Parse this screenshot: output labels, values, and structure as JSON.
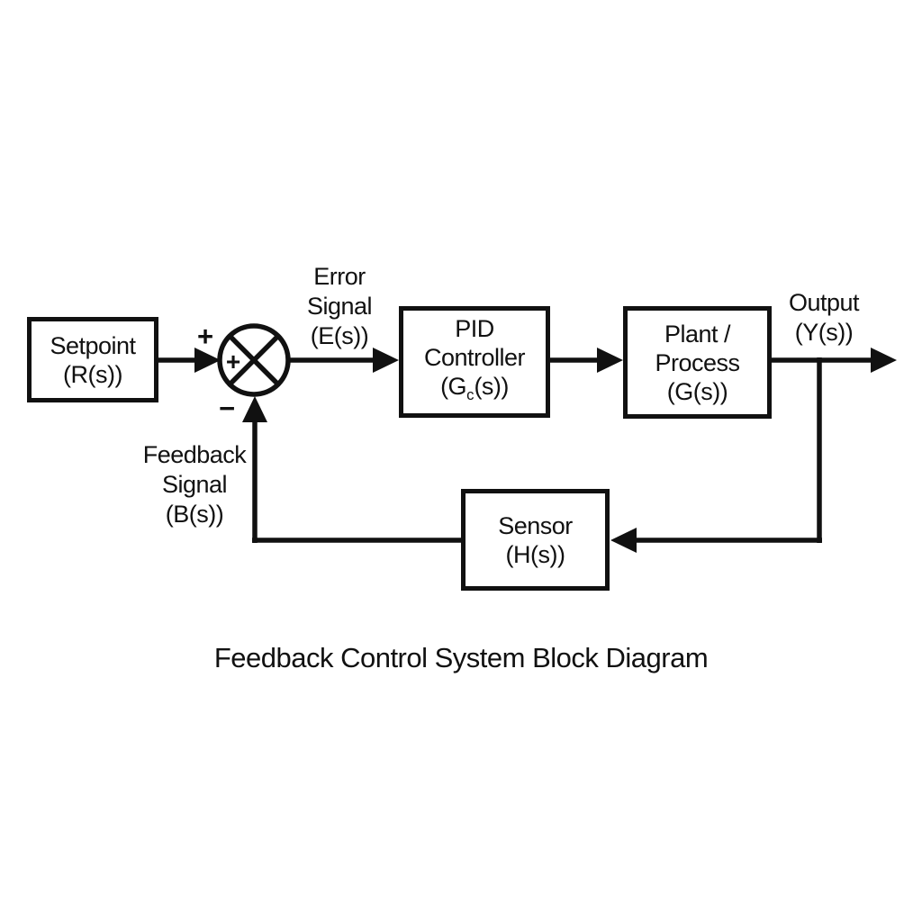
{
  "diagram": {
    "title": "Feedback Control System Block Diagram",
    "colors": {
      "ink": "#111111",
      "background": "#ffffff"
    },
    "blocks": {
      "setpoint": {
        "line1": "Setpoint",
        "line2": "(R(s))"
      },
      "pid": {
        "line1": "PID",
        "line2": "Controller",
        "formula_pre": "(G",
        "formula_sub": "c",
        "formula_post": "(s))"
      },
      "plant": {
        "line1": "Plant /",
        "line2": "Process",
        "line3": "(G(s))"
      },
      "sensor": {
        "line1": "Sensor",
        "line2": "(H(s))"
      }
    },
    "labels": {
      "error": {
        "line1": "Error",
        "line2": "Signal",
        "line3": "(E(s))"
      },
      "output": {
        "line1": "Output",
        "line2": "(Y(s))"
      },
      "feedback": {
        "line1": "Feedback",
        "line2": "Signal",
        "line3": "(B(s))"
      }
    },
    "junction": {
      "plus_outer": "+",
      "plus_inner": "+",
      "minus": "−"
    }
  }
}
